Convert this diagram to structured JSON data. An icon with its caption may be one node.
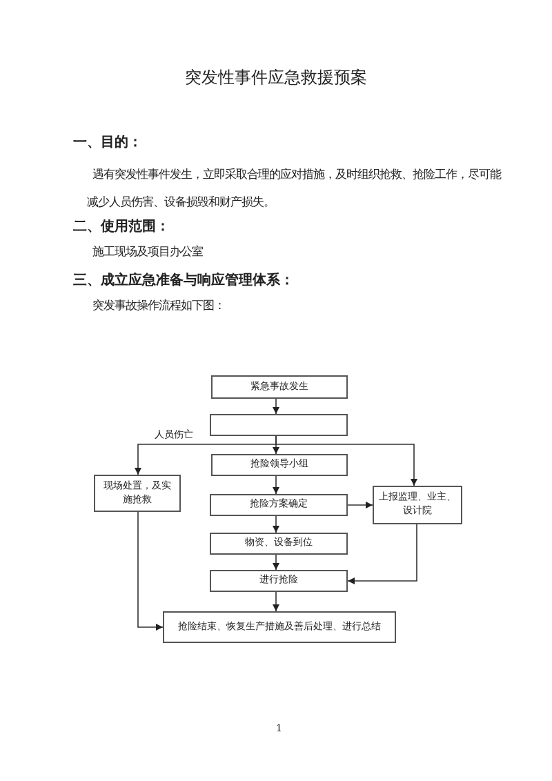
{
  "diagram": {
    "nodes": [
      {
        "text": [
          "紧急事故发生"
        ]
      },
      {
        "text": [],
        "shape": "box"
      },
      {
        "text": [
          "抢险领导小组"
        ]
      },
      {
        "text": [
          "现场处置，及实施抢救"
        ]
      },
      {
        "text": [
          "抢险方案确定"
        ]
      },
      {
        "text": [
          "上报监理、业主、设计院"
        ]
      },
      {
        "text": [
          "物资、设备到位"
        ]
      },
      {
        "text": [
          "进行抢险"
        ]
      },
      {
        "text": [
          "抢险结束、恢复生产措施及善后处理、进行总结"
        ]
      }
    ],
    "edges": [
      {
        "from": 0,
        "to": 1,
        "arrow": "to"
      },
      {
        "from": 1,
        "to": 2,
        "arrow": "to"
      },
      {
        "from": 1,
        "to": 3,
        "arrow": "to",
        "label": "人员伤亡"
      },
      {
        "from": 1,
        "to": 5,
        "arrow": "to"
      },
      {
        "from": 2,
        "to": 4,
        "arrow": "to"
      },
      {
        "from": 4,
        "to": 5,
        "arrow": "to"
      },
      {
        "from": 4,
        "to": 6,
        "arrow": "to"
      },
      {
        "from": 6,
        "to": 7,
        "arrow": "to"
      },
      {
        "from": 5,
        "to": 7,
        "arrow": "to"
      },
      {
        "from": 7,
        "to": 8,
        "arrow": "to"
      },
      {
        "from": 3,
        "to": 8,
        "arrow": "to"
      }
    ],
    "labels": [
      "突发性事件应急救援预案",
      "一、目的：",
      "遇有突发性事件发生，立即采取合理的应对措施，及时组织抢救、抢险工作，尽可能减少人员伤害、设备损毁和财产损失。",
      "二、使用范围：",
      "施工现场及项目办公室",
      "三、成立应急准备与响应管理体系：",
      "突发事故操作流程如下图：",
      "1"
    ]
  }
}
